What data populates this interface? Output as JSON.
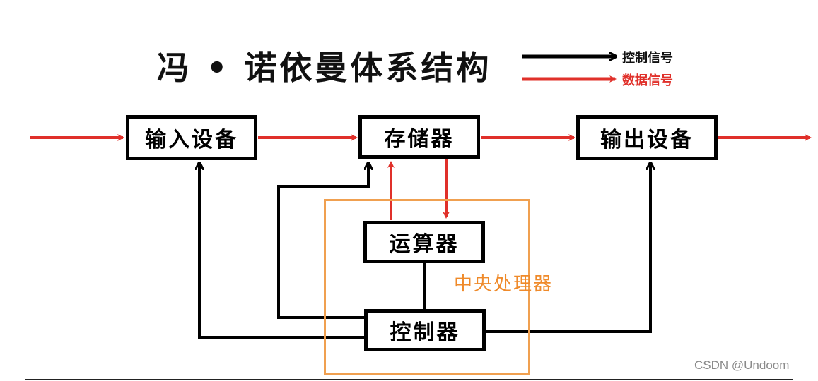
{
  "title": "冯 • 诺依曼体系结构",
  "legend": {
    "control_label": "控制信号",
    "data_label": "数据信号",
    "control_color": "#000000",
    "data_color": "#e0302a"
  },
  "boxes": {
    "input": "输入设备",
    "memory": "存储器",
    "output": "输出设备",
    "alu": "运算器",
    "controller": "控制器"
  },
  "cpu": {
    "label": "中央处理器",
    "color": "#ef8a2a"
  },
  "watermark": "CSDN @Undoom"
}
